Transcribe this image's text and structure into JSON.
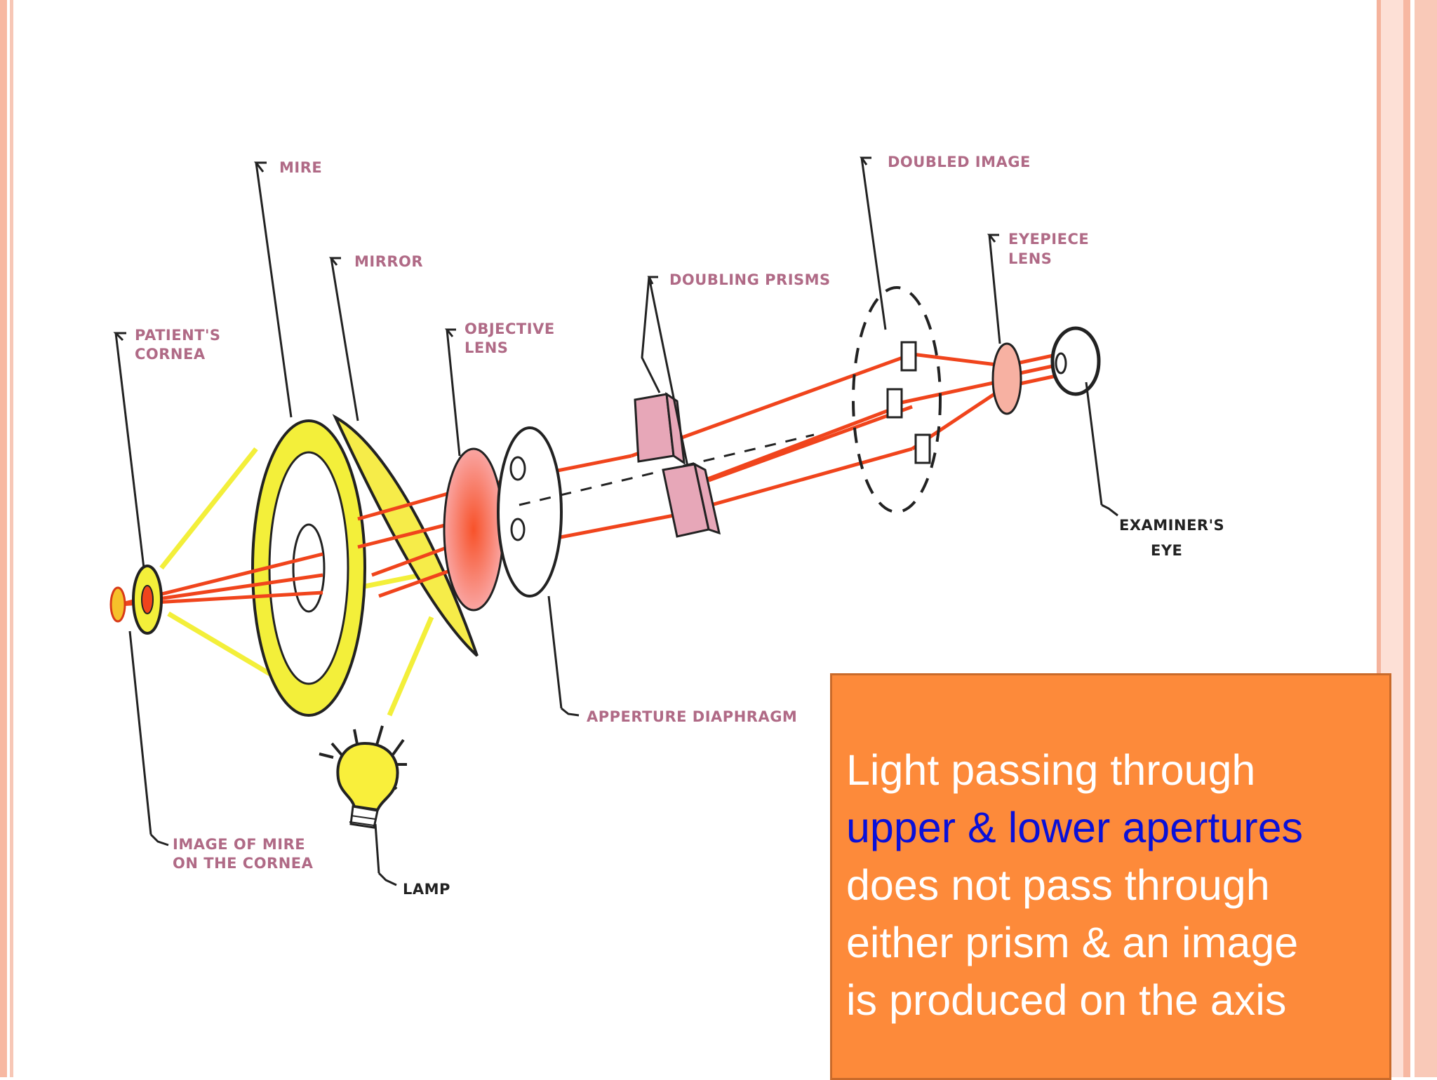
{
  "labels": {
    "mire": "MIRE",
    "mirror": "MIRROR",
    "patients_cornea_1": "PATIENT'S",
    "patients_cornea_2": "CORNEA",
    "objective_lens_1": "OBJECTIVE",
    "objective_lens_2": "LENS",
    "doubling_prisms": "DOUBLING PRISMS",
    "doubled_image": "DOUBLED IMAGE",
    "eyepiece_lens_1": "EYEPIECE",
    "eyepiece_lens_2": "LENS",
    "examiners_eye_1": "EXAMINER'S",
    "examiners_eye_2": "EYE",
    "aperture_diaphragm": "APPERTURE DIAPHRAGM",
    "image_of_mire_1": "IMAGE OF MIRE",
    "image_of_mire_2": "ON THE CORNEA",
    "lamp": "LAMP"
  },
  "caption": {
    "line1": "Light passing through",
    "highlight": "upper & lower apertures",
    "line3": "does not pass through",
    "line4": "either prism & an image",
    "line5": "is produced on the axis"
  },
  "colors": {
    "ray": "#f0441c",
    "mire_yellow": "#f3ef3a",
    "caption_bg": "#fd8a3a",
    "highlight": "#0a10d8",
    "label": "#b06a86"
  }
}
